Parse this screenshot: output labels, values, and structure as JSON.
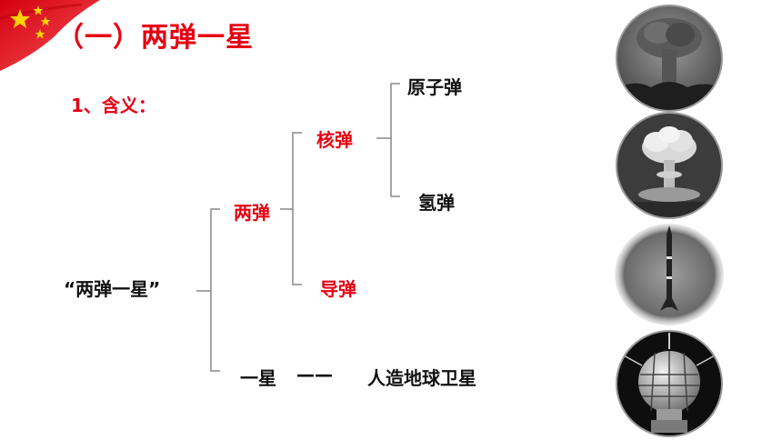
{
  "slide": {
    "title": "（一）两弹一星",
    "subtitle": "1、含义："
  },
  "diagram": {
    "root": "“两弹一星”",
    "branch_bombs": "两弹",
    "nuclear": "核弹",
    "atomic": "原子弹",
    "hydrogen": "氢弹",
    "missile": "导弹",
    "branch_star": "一星",
    "dash": "——",
    "satellite": "人造地球卫星"
  },
  "colors": {
    "accent_red": "#e60012",
    "text_black": "#111111",
    "line_gray": "#888888"
  },
  "icons": {
    "flag": "red-flag-icon",
    "photo1": "mushroom-cloud-photo",
    "photo2": "hydrogen-bomb-cloud-photo",
    "photo3": "missile-launch-photo",
    "photo4": "satellite-photo"
  }
}
